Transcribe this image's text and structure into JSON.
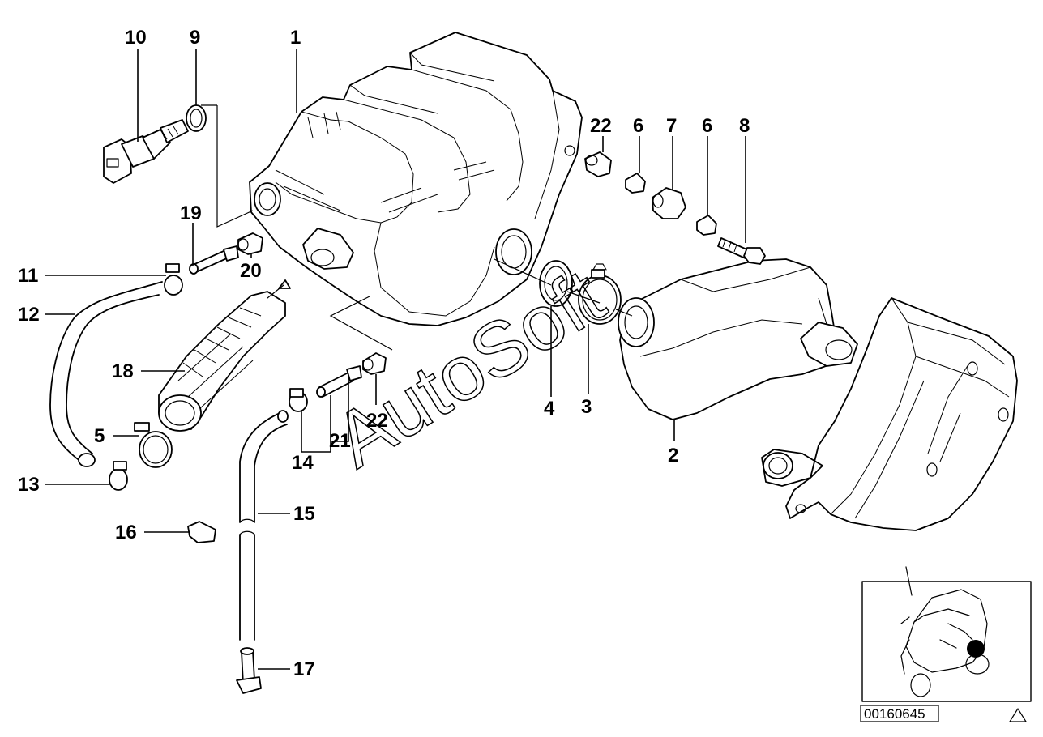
{
  "diagram": {
    "watermark": "AutoSoft",
    "code": "00160645",
    "warning_symbol": "warning-triangle-icon",
    "callouts": [
      {
        "id": "c1",
        "text": "1"
      },
      {
        "id": "c2",
        "text": "2"
      },
      {
        "id": "c3",
        "text": "3"
      },
      {
        "id": "c4",
        "text": "4"
      },
      {
        "id": "c5",
        "text": "5"
      },
      {
        "id": "c6a",
        "text": "6"
      },
      {
        "id": "c6b",
        "text": "6"
      },
      {
        "id": "c7",
        "text": "7"
      },
      {
        "id": "c8",
        "text": "8"
      },
      {
        "id": "c9",
        "text": "9"
      },
      {
        "id": "c10",
        "text": "10"
      },
      {
        "id": "c11",
        "text": "11"
      },
      {
        "id": "c12",
        "text": "12"
      },
      {
        "id": "c13",
        "text": "13"
      },
      {
        "id": "c14",
        "text": "14"
      },
      {
        "id": "c15",
        "text": "15"
      },
      {
        "id": "c16",
        "text": "16"
      },
      {
        "id": "c17",
        "text": "17"
      },
      {
        "id": "c18",
        "text": "18"
      },
      {
        "id": "c19",
        "text": "19"
      },
      {
        "id": "c20",
        "text": "20"
      },
      {
        "id": "c21",
        "text": "21"
      },
      {
        "id": "c22a",
        "text": "22"
      },
      {
        "id": "c22b",
        "text": "22"
      }
    ]
  }
}
